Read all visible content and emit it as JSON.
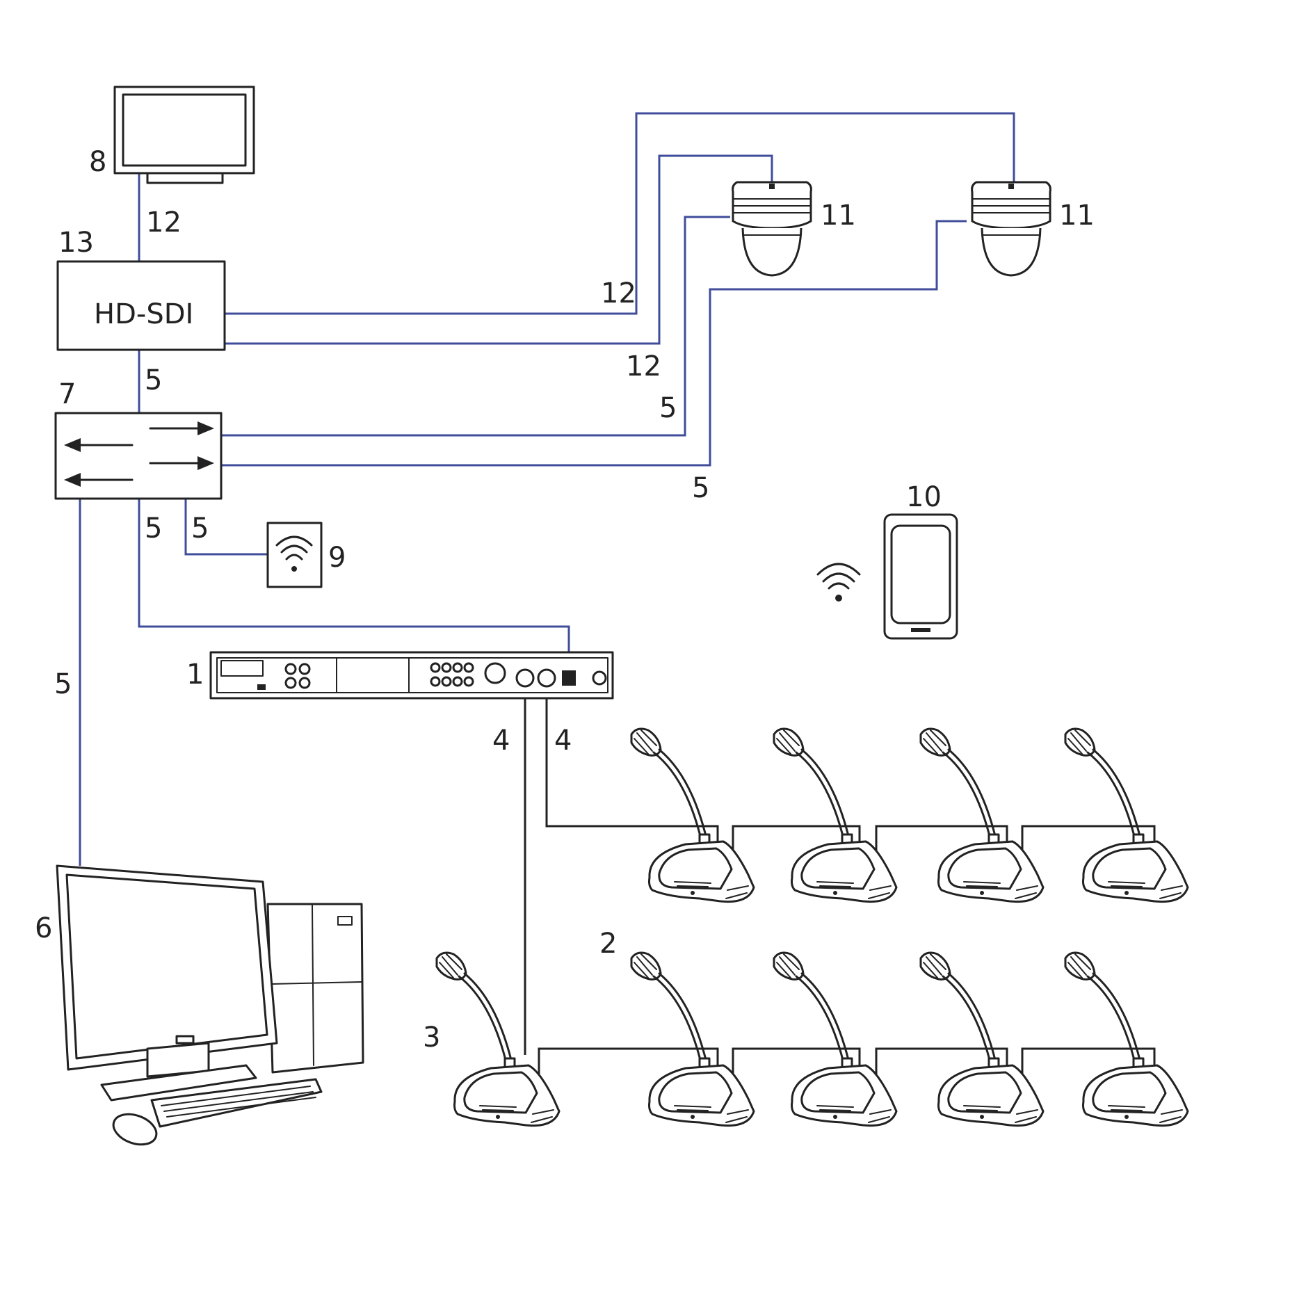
{
  "colors": {
    "network_line": "#3f4d9a",
    "mic_line": "#222222"
  },
  "hd_sdi_label": "HD-SDI",
  "component_numbers": {
    "central_unit": "1",
    "delegate_units": "2",
    "chairman_unit": "3",
    "computer": "6",
    "network_switch": "7",
    "monitor": "8",
    "wireless_access_point": "9",
    "tablet": "10",
    "camera_1": "11",
    "camera_2": "11",
    "hd_sdi_converter": "13"
  },
  "cable_numbers": {
    "monitor_to_hdsdi": "12",
    "hdsdi_to_camera_2": "12",
    "hdsdi_to_camera_1": "12",
    "hdsdi_to_switch": "5",
    "switch_to_camera_1": "5",
    "switch_to_camera_2": "5",
    "switch_to_central_unit": "5",
    "switch_to_access_point": "5",
    "switch_to_computer": "5",
    "central_unit_to_chairman": "4",
    "central_unit_to_delegates": "4"
  },
  "icons": [
    "monitor-icon",
    "dome-camera-icon",
    "network-switch-icon",
    "wifi-access-point-icon",
    "tablet-icon",
    "wifi-signal-icon",
    "central-unit-icon",
    "desktop-computer-icon",
    "conference-microphone-icon"
  ]
}
